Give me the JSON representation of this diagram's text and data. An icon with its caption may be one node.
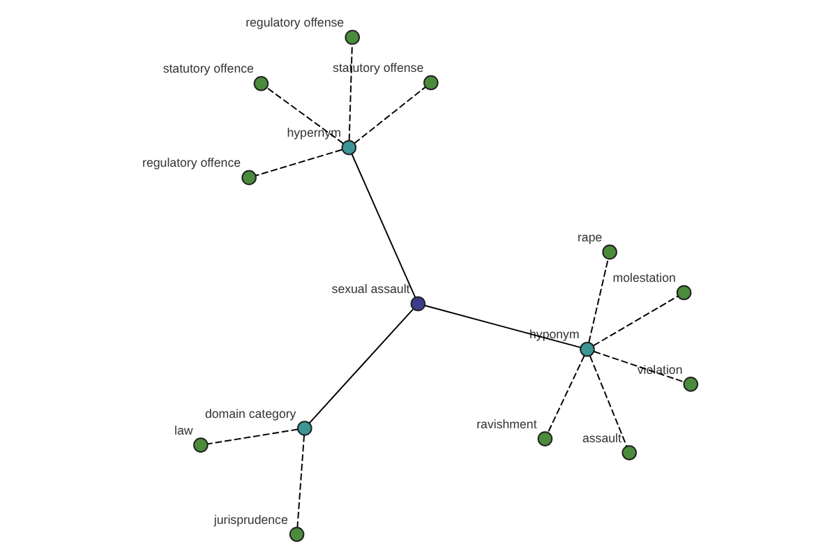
{
  "diagram": {
    "nodes": [
      {
        "text": [
          "sexual assault"
        ]
      },
      {
        "text": [
          "hyponym"
        ]
      },
      {
        "text": [
          "domain category"
        ]
      },
      {
        "text": [
          "hypernym"
        ]
      },
      {
        "text": [
          "molestation"
        ]
      },
      {
        "text": [
          "rape"
        ]
      },
      {
        "text": [
          "ravishment"
        ]
      },
      {
        "text": [
          "violation"
        ]
      },
      {
        "text": [
          "assault"
        ]
      },
      {
        "text": [
          "jurisprudence"
        ]
      },
      {
        "text": [
          "law"
        ]
      },
      {
        "text": [
          "regulatory offence"
        ]
      },
      {
        "text": [
          "statutory offense"
        ]
      },
      {
        "text": [
          "regulatory offense"
        ]
      },
      {
        "text": [
          "statutory offence"
        ]
      }
    ],
    "edges": [
      {
        "from": 1,
        "to": 0,
        "arrow": "none"
      },
      {
        "from": 0,
        "to": 2,
        "arrow": "none"
      },
      {
        "from": 0,
        "to": 3,
        "arrow": "none"
      },
      {
        "from": 1,
        "to": 4,
        "arrow": "none",
        "style": "dashed"
      },
      {
        "from": 1,
        "to": 5,
        "arrow": "none",
        "style": "dashed"
      },
      {
        "from": 1,
        "to": 6,
        "arrow": "none",
        "style": "dashed"
      },
      {
        "from": 1,
        "to": 7,
        "arrow": "none",
        "style": "dashed"
      },
      {
        "from": 1,
        "to": 8,
        "arrow": "none",
        "style": "dashed"
      },
      {
        "from": 2,
        "to": 9,
        "arrow": "none",
        "style": "dashed"
      },
      {
        "from": 2,
        "to": 10,
        "arrow": "none",
        "style": "dashed"
      },
      {
        "from": 3,
        "to": 11,
        "arrow": "none",
        "style": "dashed"
      },
      {
        "from": 3,
        "to": 12,
        "arrow": "none",
        "style": "dashed"
      },
      {
        "from": 3,
        "to": 13,
        "arrow": "none",
        "style": "dashed"
      },
      {
        "from": 3,
        "to": 14,
        "arrow": "none",
        "style": "dashed"
      }
    ]
  }
}
